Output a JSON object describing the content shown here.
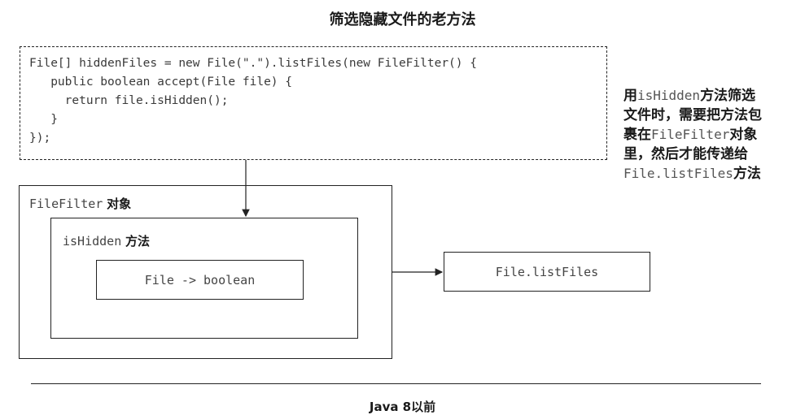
{
  "title": "筛选隐藏文件的老方法",
  "code_lines": [
    "File[] hiddenFiles = new File(\".\").listFiles(new FileFilter() {",
    "   public boolean accept(File file) {",
    "     return file.isHidden();",
    "   }",
    "});"
  ],
  "note": {
    "l1_a": "用",
    "l1_b": "isHidden",
    "l1_c": "方法筛选",
    "l2": "文件时，需要把方法包",
    "l3_a": "裹在",
    "l3_b": "FileFilter",
    "l3_c": "对象",
    "l4": "里，然后才能传递给",
    "l5_a": "File.listFiles",
    "l5_b": "方法"
  },
  "outer_box": {
    "code": "FileFilter",
    "label": "对象"
  },
  "mid_box": {
    "code": "isHidden",
    "label": "方法"
  },
  "inner_box": {
    "code": "File -> boolean"
  },
  "target_box": {
    "code": "File.listFiles"
  },
  "footer": "Java 8以前"
}
